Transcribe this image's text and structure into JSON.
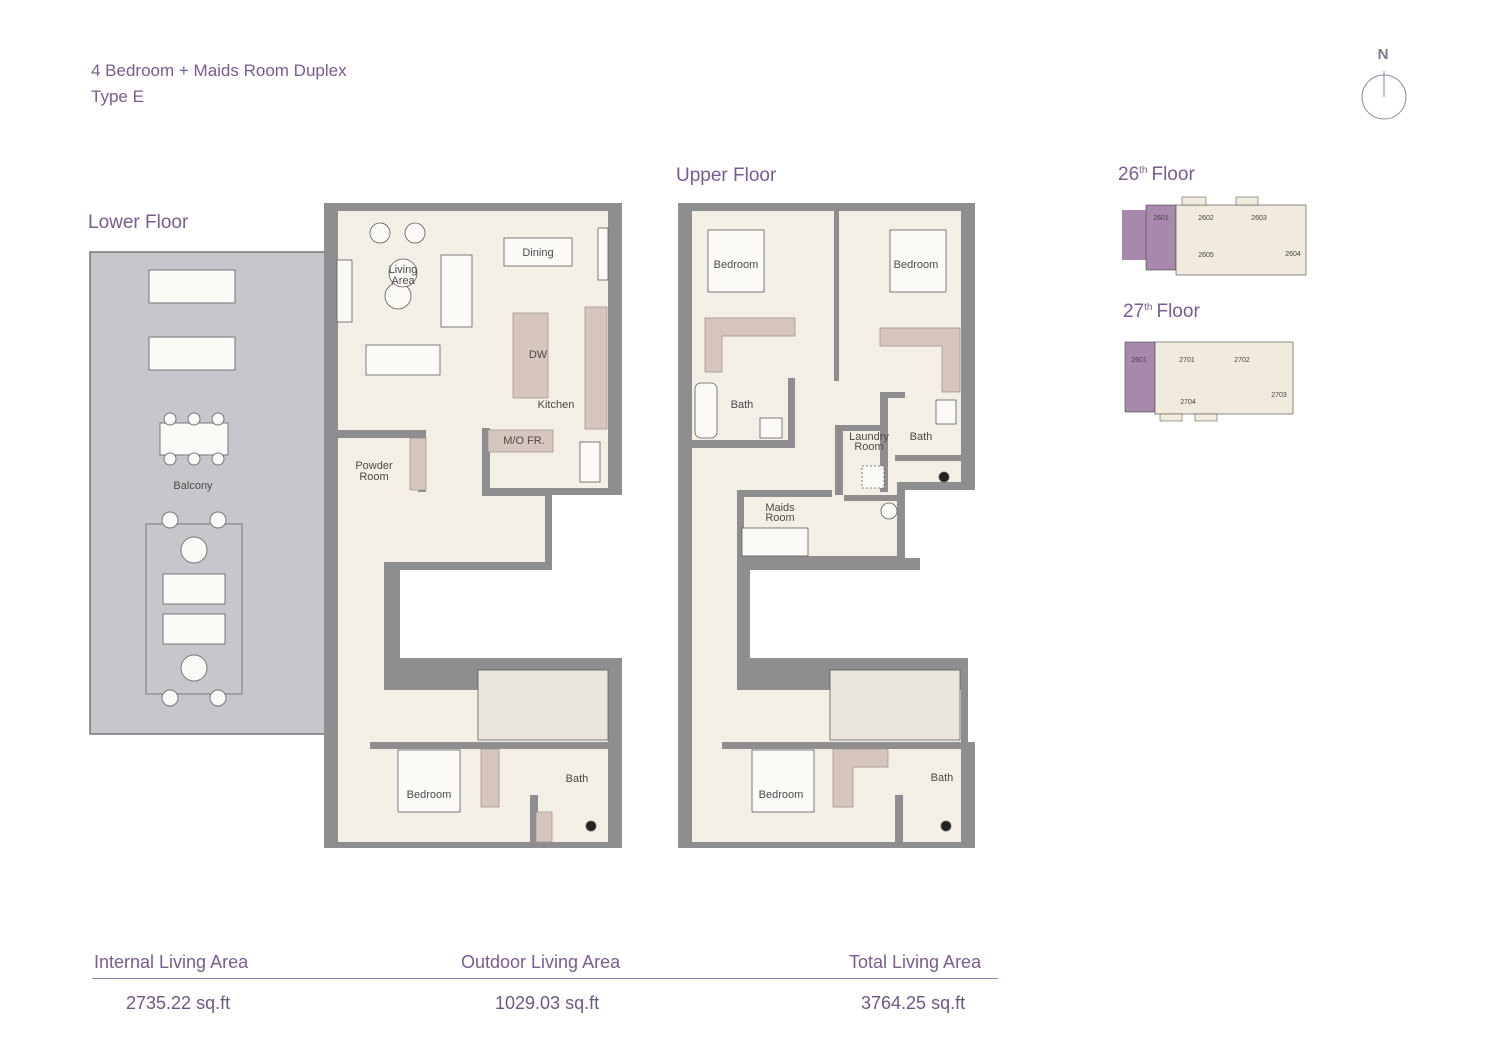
{
  "header": {
    "title": "4 Bedroom + Maids Room Duplex",
    "subtitle": "Type E"
  },
  "compass": {
    "label": "N"
  },
  "lower_floor": {
    "label": "Lower Floor",
    "rooms": {
      "living": "Living",
      "living2": "Area",
      "dining": "Dining",
      "dw": "DW",
      "kitchen": "Kitchen",
      "mofr": "M/O FR.",
      "powder": "Powder",
      "powder2": "Room",
      "balcony": "Balcony",
      "bedroom": "Bedroom",
      "bath": "Bath"
    }
  },
  "upper_floor": {
    "label": "Upper Floor",
    "rooms": {
      "bedroom1": "Bedroom",
      "bedroom2": "Bedroom",
      "bath1": "Bath",
      "laundry": "Laundry",
      "laundry2": "Room",
      "bath2": "Bath",
      "maids": "Maids",
      "maids2": "Room",
      "bedroom3": "Bedroom",
      "bath3": "Bath"
    }
  },
  "key_plans": [
    {
      "floor_number": "26",
      "suffix": "th",
      "label": "Floor",
      "units": [
        "2601",
        "2602",
        "2603",
        "2605",
        "2604"
      ],
      "highlighted": "2601"
    },
    {
      "floor_number": "27",
      "suffix": "th",
      "label": "Floor",
      "units": [
        "2601",
        "2701",
        "2702",
        "2704",
        "2703"
      ],
      "highlighted": "2601"
    }
  ],
  "areas": [
    {
      "label": "Internal Living Area",
      "value": "2735.22 sq.ft"
    },
    {
      "label": "Outdoor Living Area",
      "value": "1029.03 sq.ft"
    },
    {
      "label": "Total Living Area",
      "value": "3764.25 sq.ft"
    }
  ],
  "colors": {
    "text": "#7a5c90",
    "wall": "#8e8e90",
    "floor": "#f3efe5",
    "balcony": "#c8c6cb",
    "joinery": "#d6c6bd",
    "highlight": "#a889ad"
  }
}
